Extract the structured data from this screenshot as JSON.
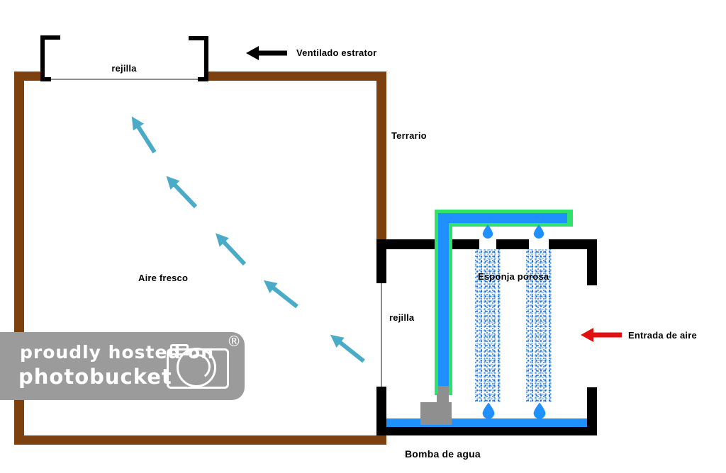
{
  "colors": {
    "wall_brown": "#7d400f",
    "box_black": "#000000",
    "water_blue": "#1e90ff",
    "tube_green": "#2ee26b",
    "tube_blue": "#1e90ff",
    "airflow_teal": "#4aabc8",
    "fan_arrow_black": "#000000",
    "inlet_arrow_red": "#e01010",
    "pump_gray": "#8f8f8f",
    "grille_gray": "#8c8c8c",
    "watermark_gray": "#9b9b9b"
  },
  "labels": {
    "top_grille": "rejilla",
    "extractor_fan": "Ventilado estrator",
    "terrarium": "Terrario",
    "fresh_air": "Aire fresco",
    "side_grille": "rejilla",
    "porous_sponge": "Esponja porosa",
    "air_inlet": "Entrada de aire",
    "water_pump": "Bomba de agua"
  },
  "watermark": {
    "line1": "proudly hosted on",
    "line2": "photobucket",
    "registered": "®"
  }
}
